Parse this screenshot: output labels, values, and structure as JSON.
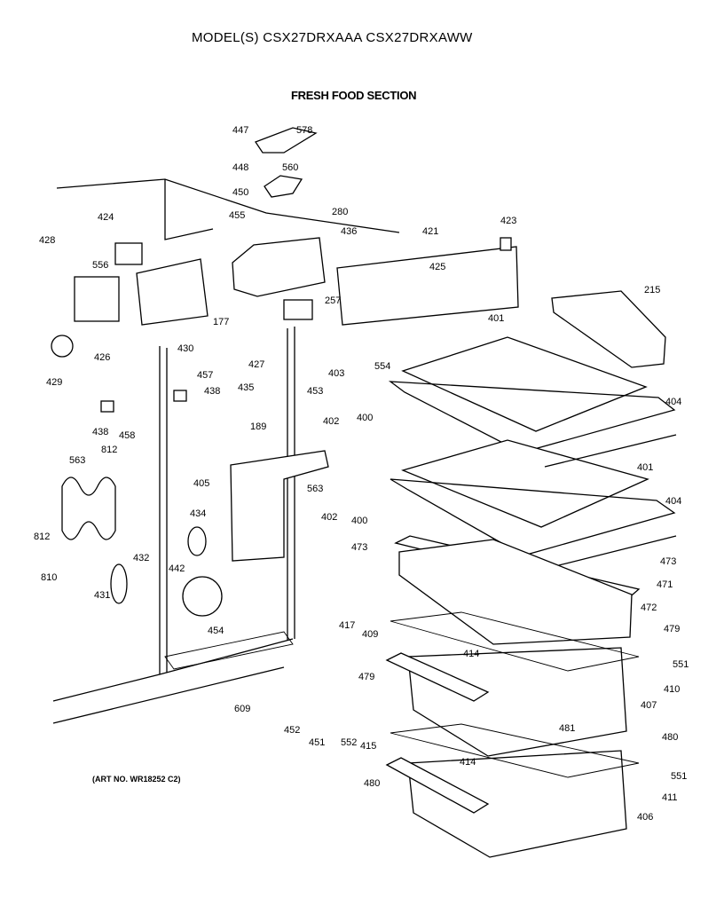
{
  "header": {
    "model_title": "MODEL(S) CSX27DRXAAA  CSX27DRXAWW",
    "section_title": "FRESH FOOD SECTION"
  },
  "footer": {
    "art_number": "(ART NO. WR18252 C2)"
  },
  "part_labels": [
    "447",
    "578",
    "448",
    "560",
    "450",
    "280",
    "424",
    "455",
    "436",
    "421",
    "423",
    "428",
    "556",
    "425",
    "215",
    "177",
    "257",
    "426",
    "430",
    "427",
    "401",
    "429",
    "457",
    "438",
    "435",
    "453",
    "403",
    "554",
    "438",
    "189",
    "402",
    "400",
    "458",
    "812",
    "404",
    "563",
    "405",
    "563",
    "401",
    "812",
    "434",
    "402",
    "400",
    "404",
    "473",
    "432",
    "442",
    "473",
    "810",
    "471",
    "431",
    "417",
    "472",
    "454",
    "409",
    "479",
    "414",
    "551",
    "479",
    "410",
    "609",
    "407",
    "452",
    "451",
    "552",
    "415",
    "481",
    "480",
    "414",
    "551",
    "480",
    "411",
    "406"
  ]
}
